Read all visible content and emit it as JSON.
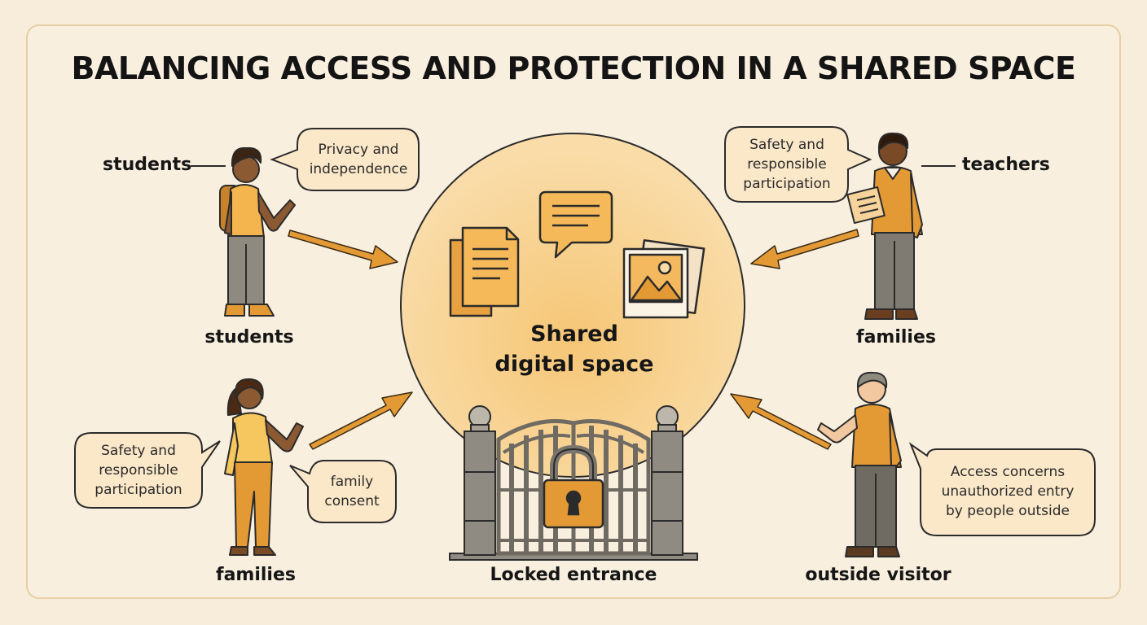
{
  "title": "BALANCING ACCESS AND PROTECTION IN A SHARED SPACE",
  "center": {
    "lines": [
      "Shared",
      "digital space"
    ],
    "icons": [
      "document-stack-icon",
      "chat-bubble-icon",
      "photo-stack-icon"
    ]
  },
  "gate_label": "Locked entrance",
  "figures": [
    {
      "id": "student",
      "tag": "students",
      "label": "students",
      "bubble": [
        "Privacy and",
        "independence"
      ]
    },
    {
      "id": "teacher",
      "tag": "teachers",
      "label": "families",
      "bubble": [
        "Safety and",
        "responsible",
        "participation"
      ]
    },
    {
      "id": "family",
      "label": "families",
      "bubble": [
        "Safety and",
        "responsible",
        "participation"
      ],
      "bubble2": [
        "family",
        "consent"
      ]
    },
    {
      "id": "visitor",
      "label": "outside visitor",
      "bubble": [
        "Access concerns",
        "unauthorized entry",
        "by people outside"
      ]
    }
  ],
  "colors": {
    "background": "#f8eddb",
    "accent": "#e39a35",
    "circle": "#f7d08d",
    "bubble": "#fbe8c9",
    "gate": "#8f8a82"
  }
}
